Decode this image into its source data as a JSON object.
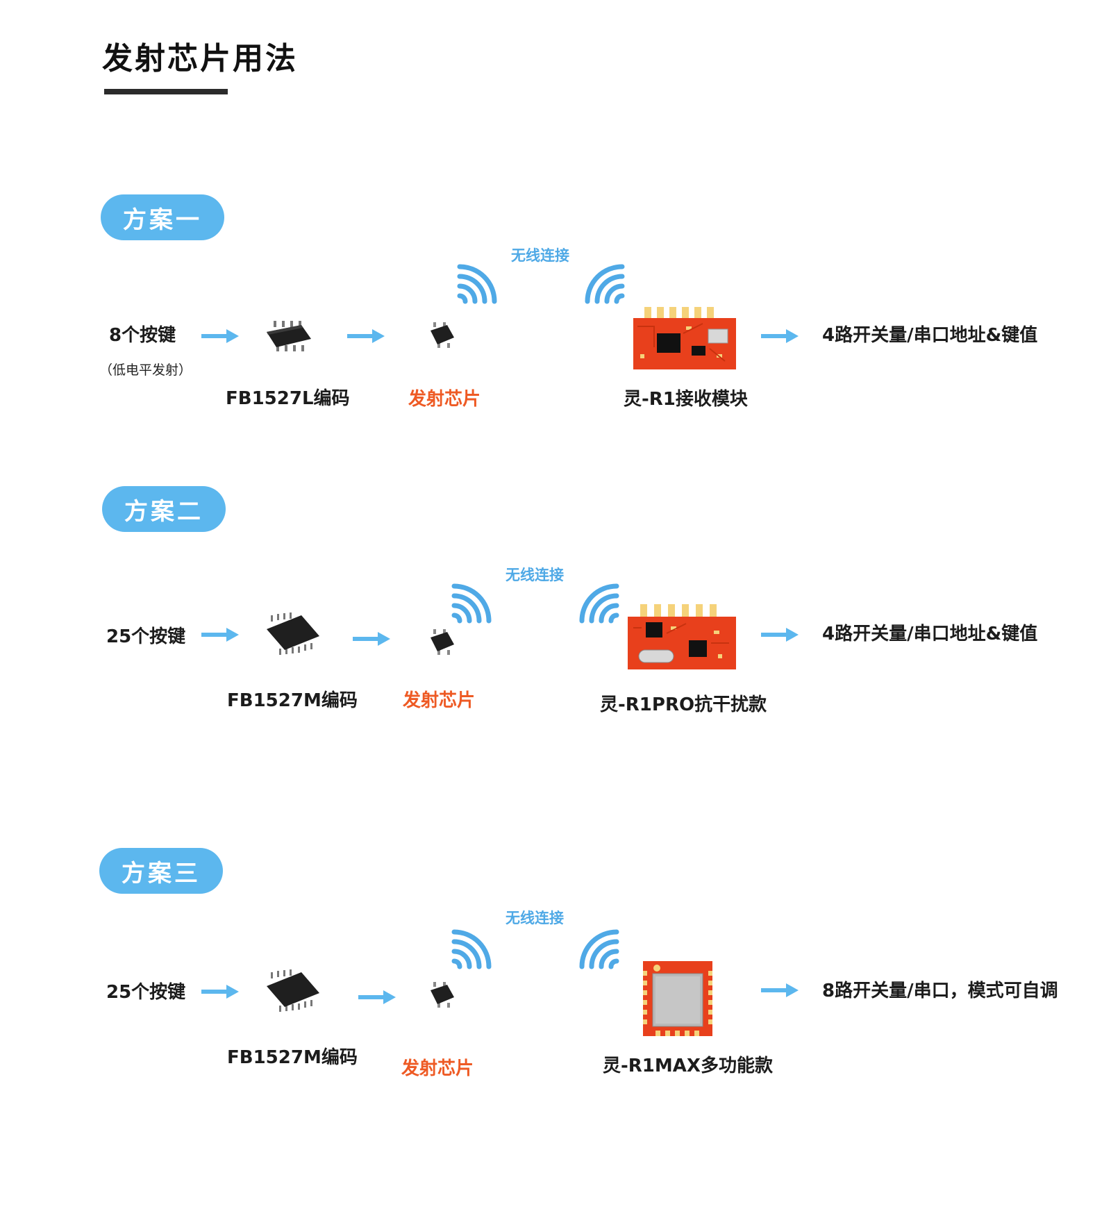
{
  "page": {
    "title": "发射芯片用法"
  },
  "labels": {
    "wireless": "无线连接",
    "tx_chip": "发射芯片"
  },
  "colors": {
    "accent_blue": "#5cb7ee",
    "tx_orange": "#ee5a24",
    "pcb_red": "#e8401c"
  },
  "plans": [
    {
      "name": "方案一",
      "input": "8个按键",
      "input_note": "（低电平发射）",
      "encoder": "FB1527L编码",
      "module": "灵-R1接收模块",
      "output": "4路开关量/串口地址&键值"
    },
    {
      "name": "方案二",
      "input": "25个按键",
      "encoder": "FB1527M编码",
      "module": "灵-R1PRO抗干扰款",
      "output": "4路开关量/串口地址&键值"
    },
    {
      "name": "方案三",
      "input": "25个按键",
      "encoder": "FB1527M编码",
      "module": "灵-R1MAX多功能款",
      "output": "8路开关量/串口，模式可自调"
    }
  ]
}
